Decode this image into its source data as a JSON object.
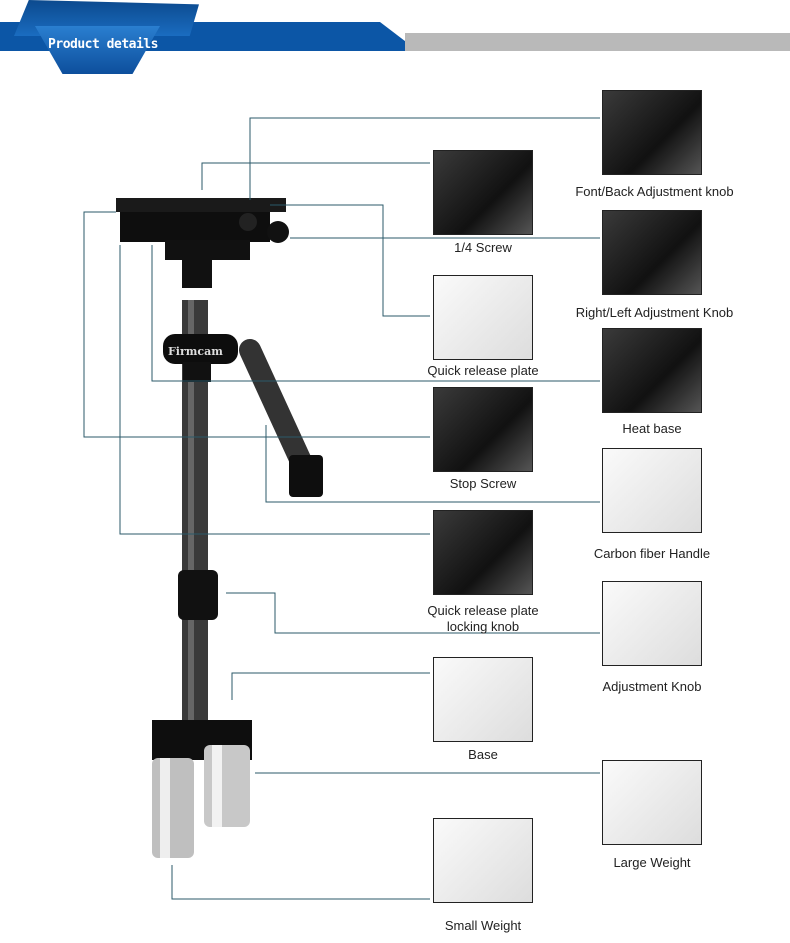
{
  "header": {
    "title": "Product details"
  },
  "brand": "Firmcam",
  "parts": [
    {
      "label": "1/4 Screw"
    },
    {
      "label": "Quick release plate"
    },
    {
      "label": "Stop Screw"
    },
    {
      "label": "Quick release plate\nlocking knob"
    },
    {
      "label": "Base"
    },
    {
      "label": "Small Weight"
    },
    {
      "label": "Font/Back Adjustment knob"
    },
    {
      "label": "Right/Left Adjustment Knob"
    },
    {
      "label": "Heat base"
    },
    {
      "label": "Carbon fiber Handle"
    },
    {
      "label": "Adjustment Knob"
    },
    {
      "label": "Large Weight"
    }
  ],
  "colors": {
    "header_blue": "#0c56a6",
    "header_gray": "#b9b9b9",
    "leader_line": "#2b5a6a"
  }
}
